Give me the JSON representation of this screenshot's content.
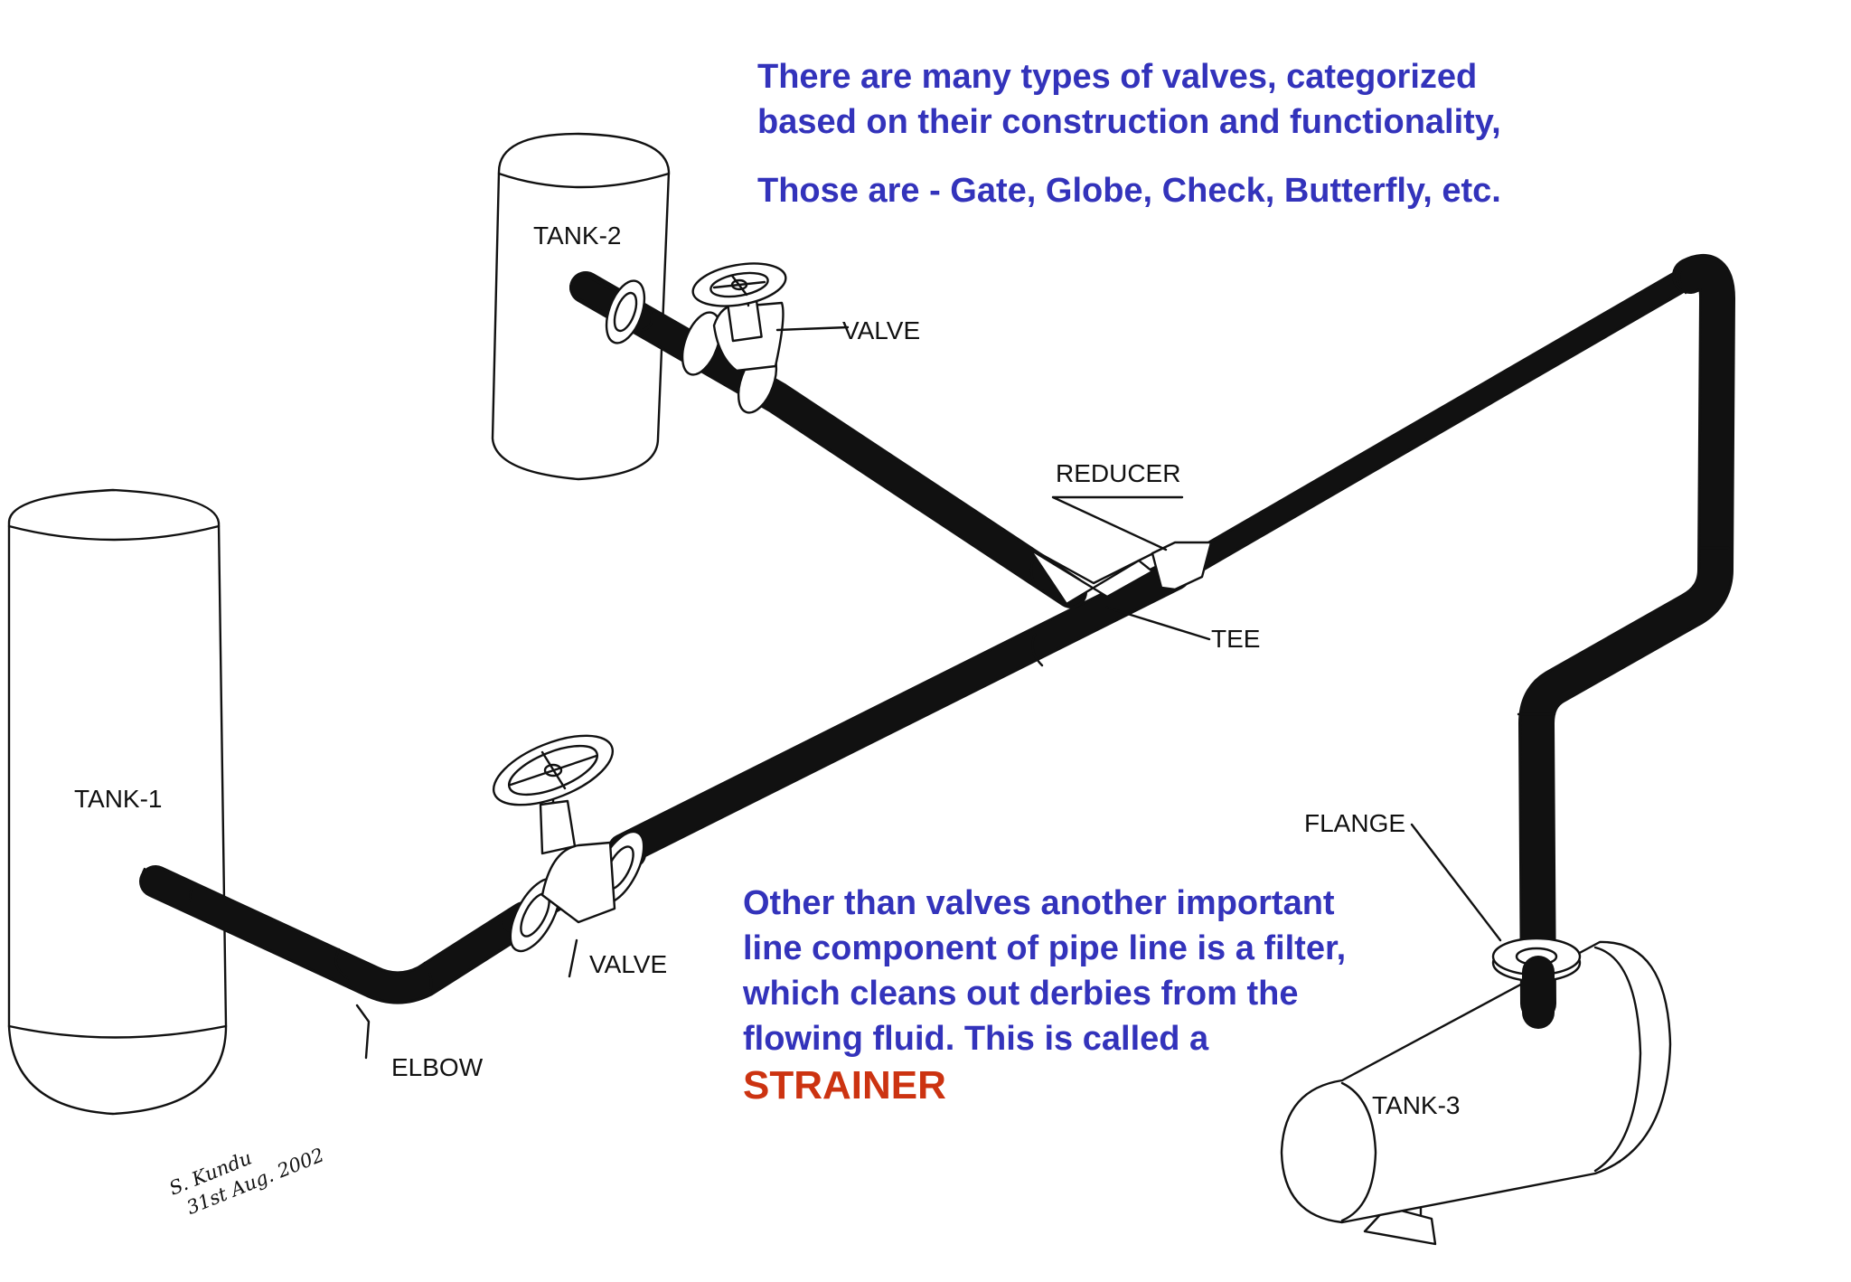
{
  "notes": {
    "top_line1": "There are many types of valves, categorized",
    "top_line2": "based on their construction and functionality,",
    "top_line3": "Those are - Gate, Globe, Check, Butterfly, etc.",
    "bottom_line1": "Other than valves another important",
    "bottom_line2": "line component of pipe line is a filter,",
    "bottom_line3": "which cleans out derbies from the",
    "bottom_line4": "flowing fluid. This is called a",
    "strainer": "STRAINER"
  },
  "labels": {
    "tank1": "TANK-1",
    "tank2": "TANK-2",
    "tank3": "TANK-3",
    "valve_upper": "VALVE",
    "valve_lower": "VALVE",
    "reducer": "REDUCER",
    "tee": "TEE",
    "flange": "FLANGE",
    "elbow": "ELBOW"
  },
  "signature": {
    "name": "S. Kundu",
    "date": "31st Aug. 2002"
  },
  "colors": {
    "note_text": "#3333bb",
    "strainer_text": "#cc3311",
    "line_art": "#111111"
  }
}
